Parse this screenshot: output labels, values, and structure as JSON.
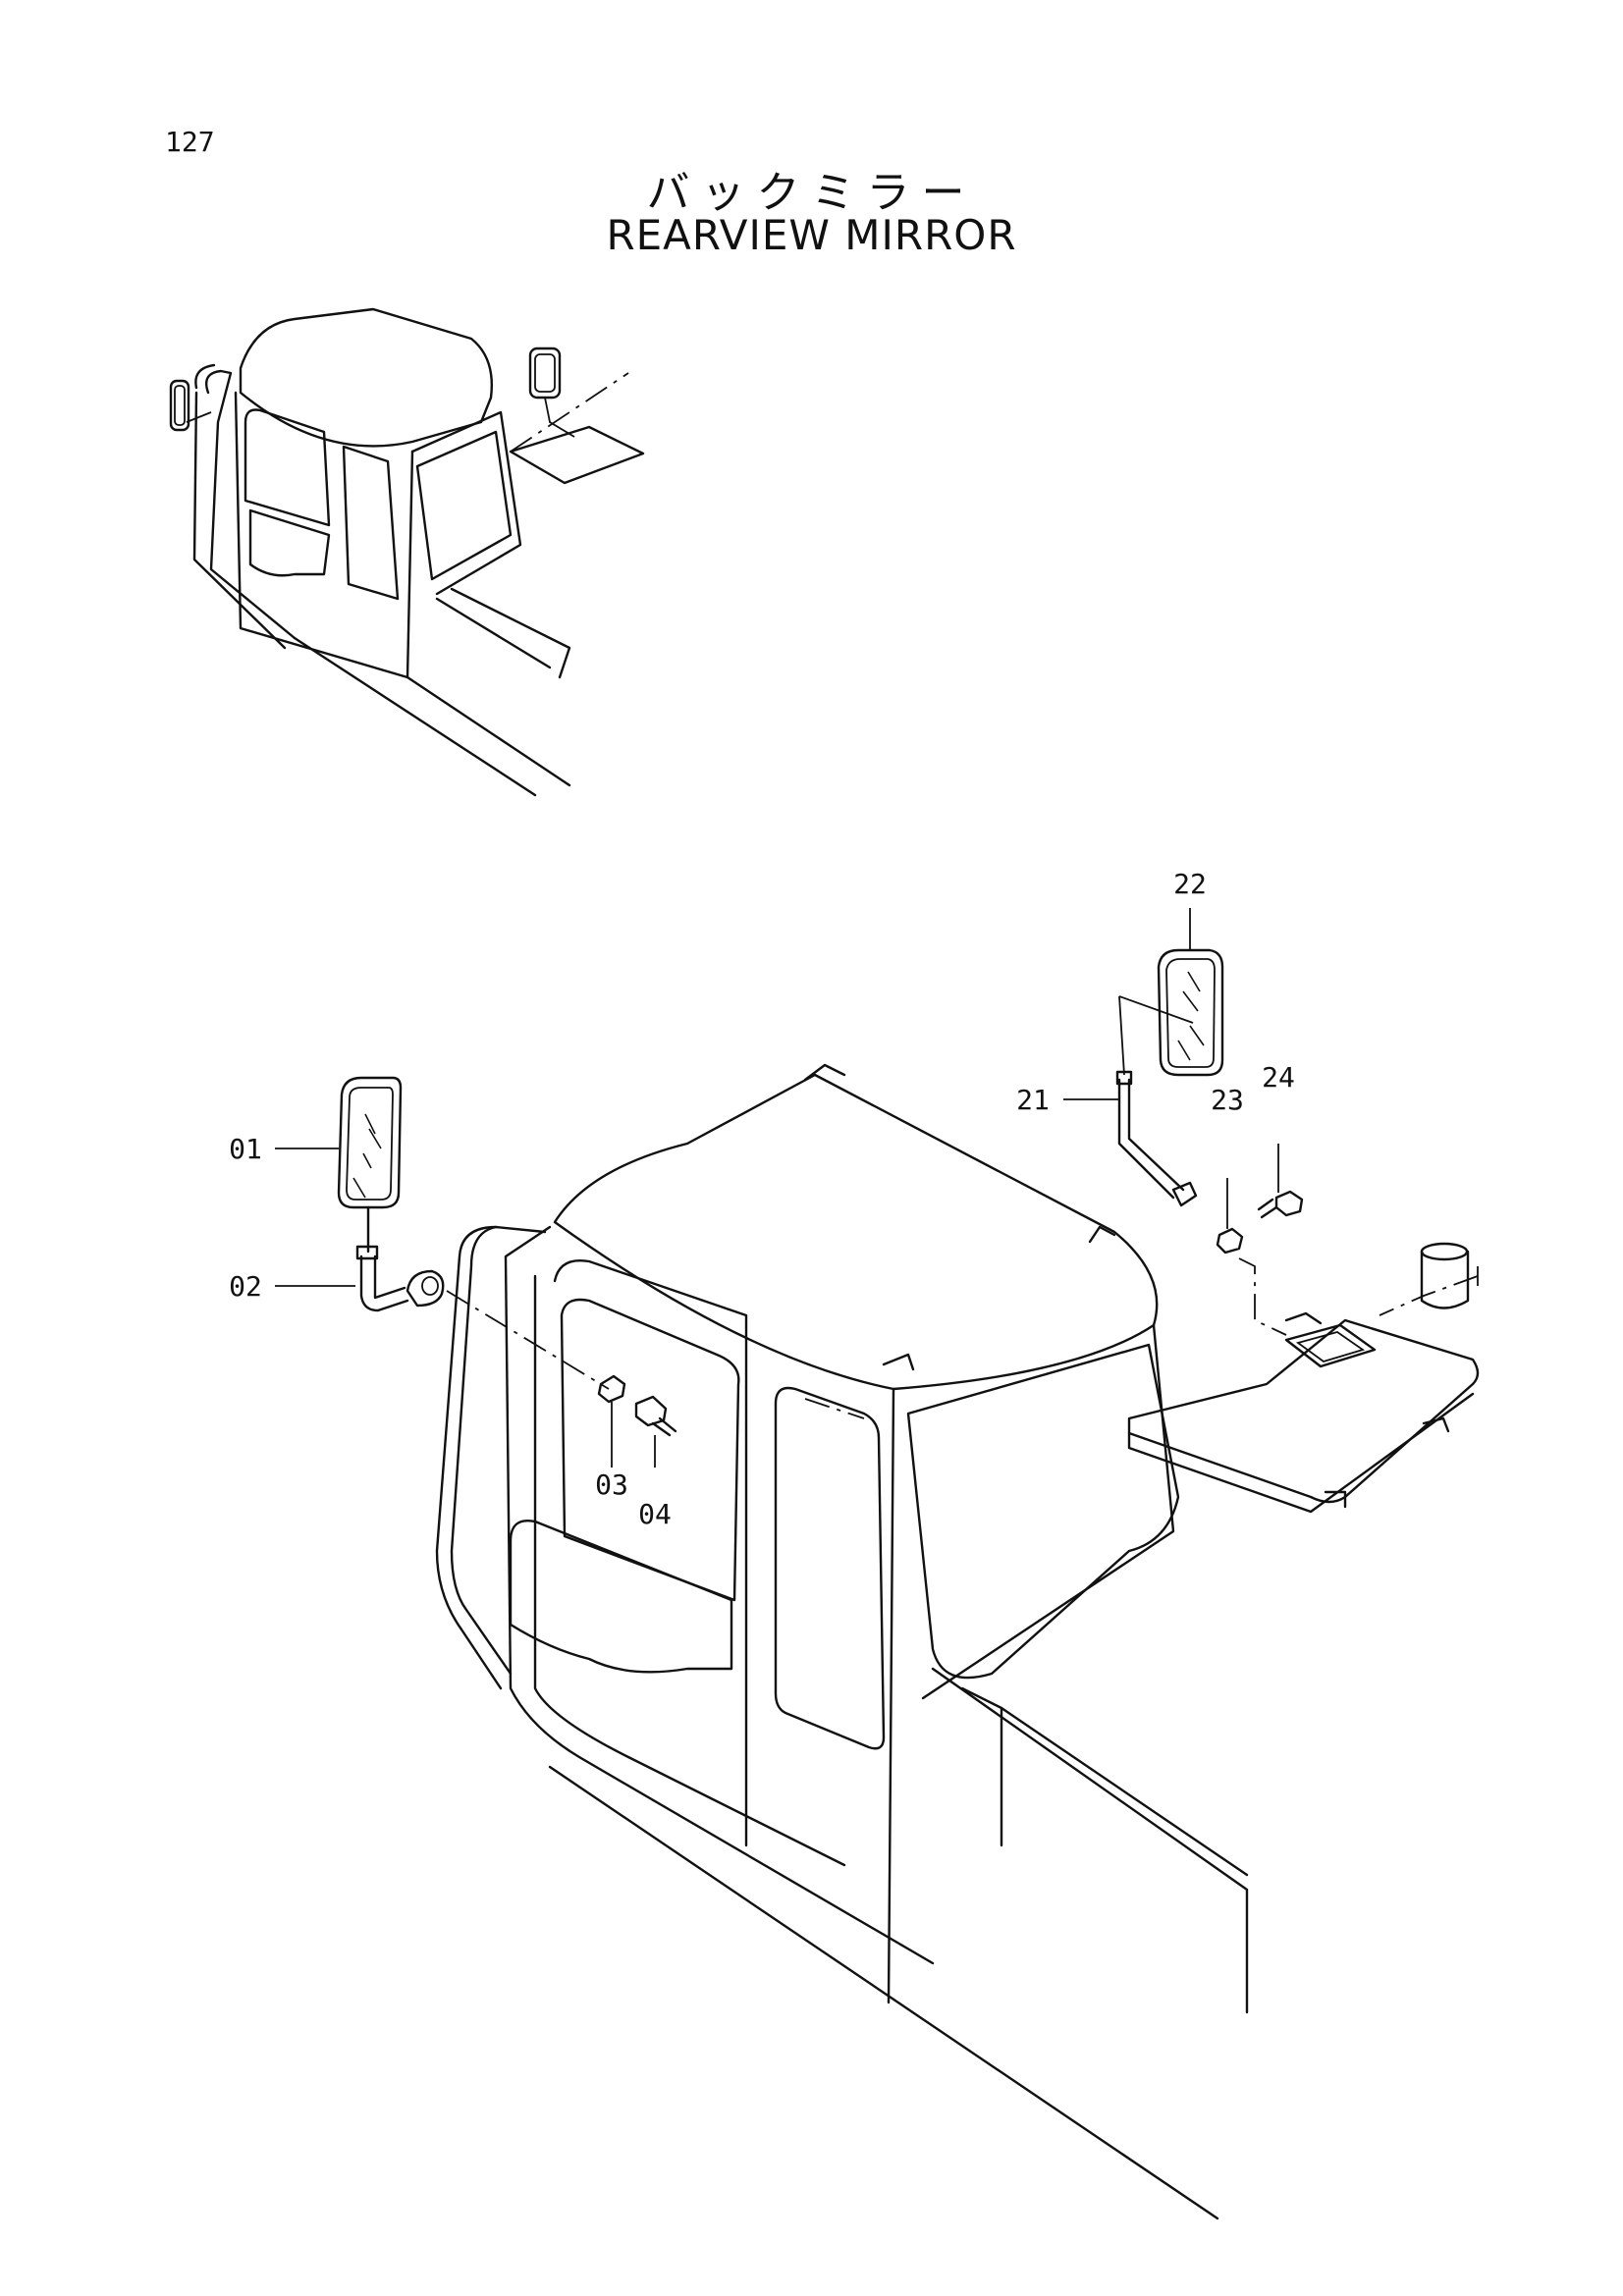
{
  "page": {
    "number": "127"
  },
  "title": {
    "japanese": "バックミラー",
    "english": "REARVIEW MIRROR"
  },
  "callouts": [
    {
      "id": "01",
      "label": "01"
    },
    {
      "id": "02",
      "label": "02"
    },
    {
      "id": "03",
      "label": "03"
    },
    {
      "id": "04",
      "label": "04"
    },
    {
      "id": "21",
      "label": "21"
    },
    {
      "id": "22",
      "label": "22"
    },
    {
      "id": "23",
      "label": "23"
    },
    {
      "id": "24",
      "label": "24"
    }
  ]
}
